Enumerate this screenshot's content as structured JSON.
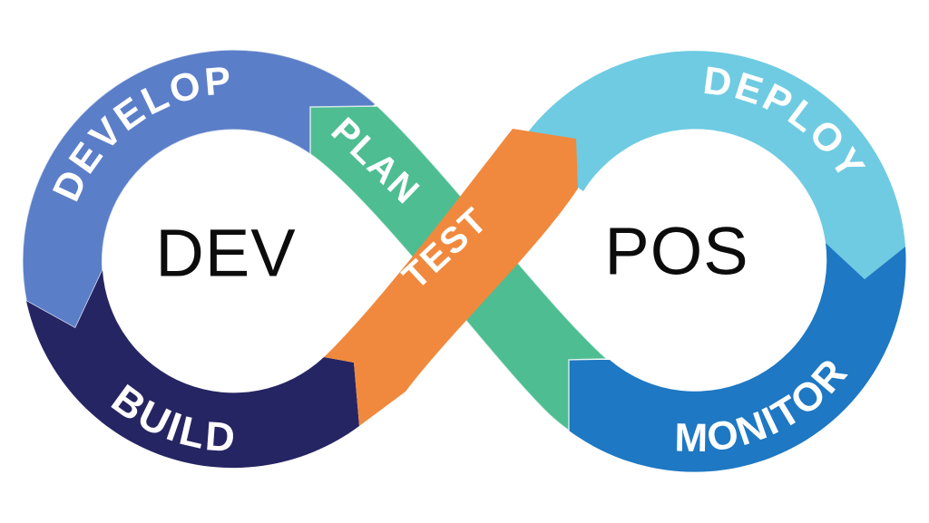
{
  "diagram": {
    "title": "devops-infinity-loop",
    "left_loop": {
      "center_label": "DEV"
    },
    "right_loop": {
      "center_label": "POS"
    },
    "segments": {
      "develop": {
        "label": "DEVELOP",
        "color": "#5b7ec8"
      },
      "build": {
        "label": "BUILD",
        "color": "#262563"
      },
      "plan": {
        "label": "PLAN",
        "color": "#4ebd92"
      },
      "test": {
        "label": "TEST",
        "color": "#f0893d"
      },
      "deploy": {
        "label": "DEPLOY",
        "color": "#6ecbe2"
      },
      "monitor": {
        "label": "MONITOR",
        "color": "#1e78c3"
      }
    },
    "colors": {
      "background": "#ffffff",
      "segment_label_text": "#ffffff",
      "center_label_text": "#0c0c0c"
    }
  }
}
